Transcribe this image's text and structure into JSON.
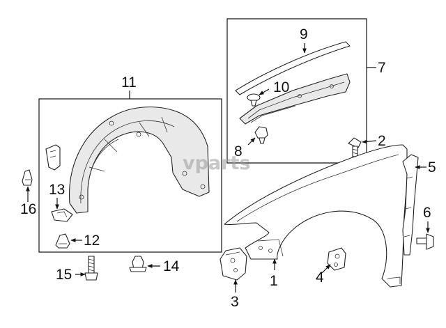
{
  "watermark": "vparts",
  "callouts": {
    "c1": "1",
    "c2": "2",
    "c3": "3",
    "c4": "4",
    "c5": "5",
    "c6": "6",
    "c7": "7",
    "c8": "8",
    "c9": "9",
    "c10": "10",
    "c11": "11",
    "c12": "12",
    "c13": "13",
    "c14": "14",
    "c15": "15",
    "c16": "16"
  }
}
